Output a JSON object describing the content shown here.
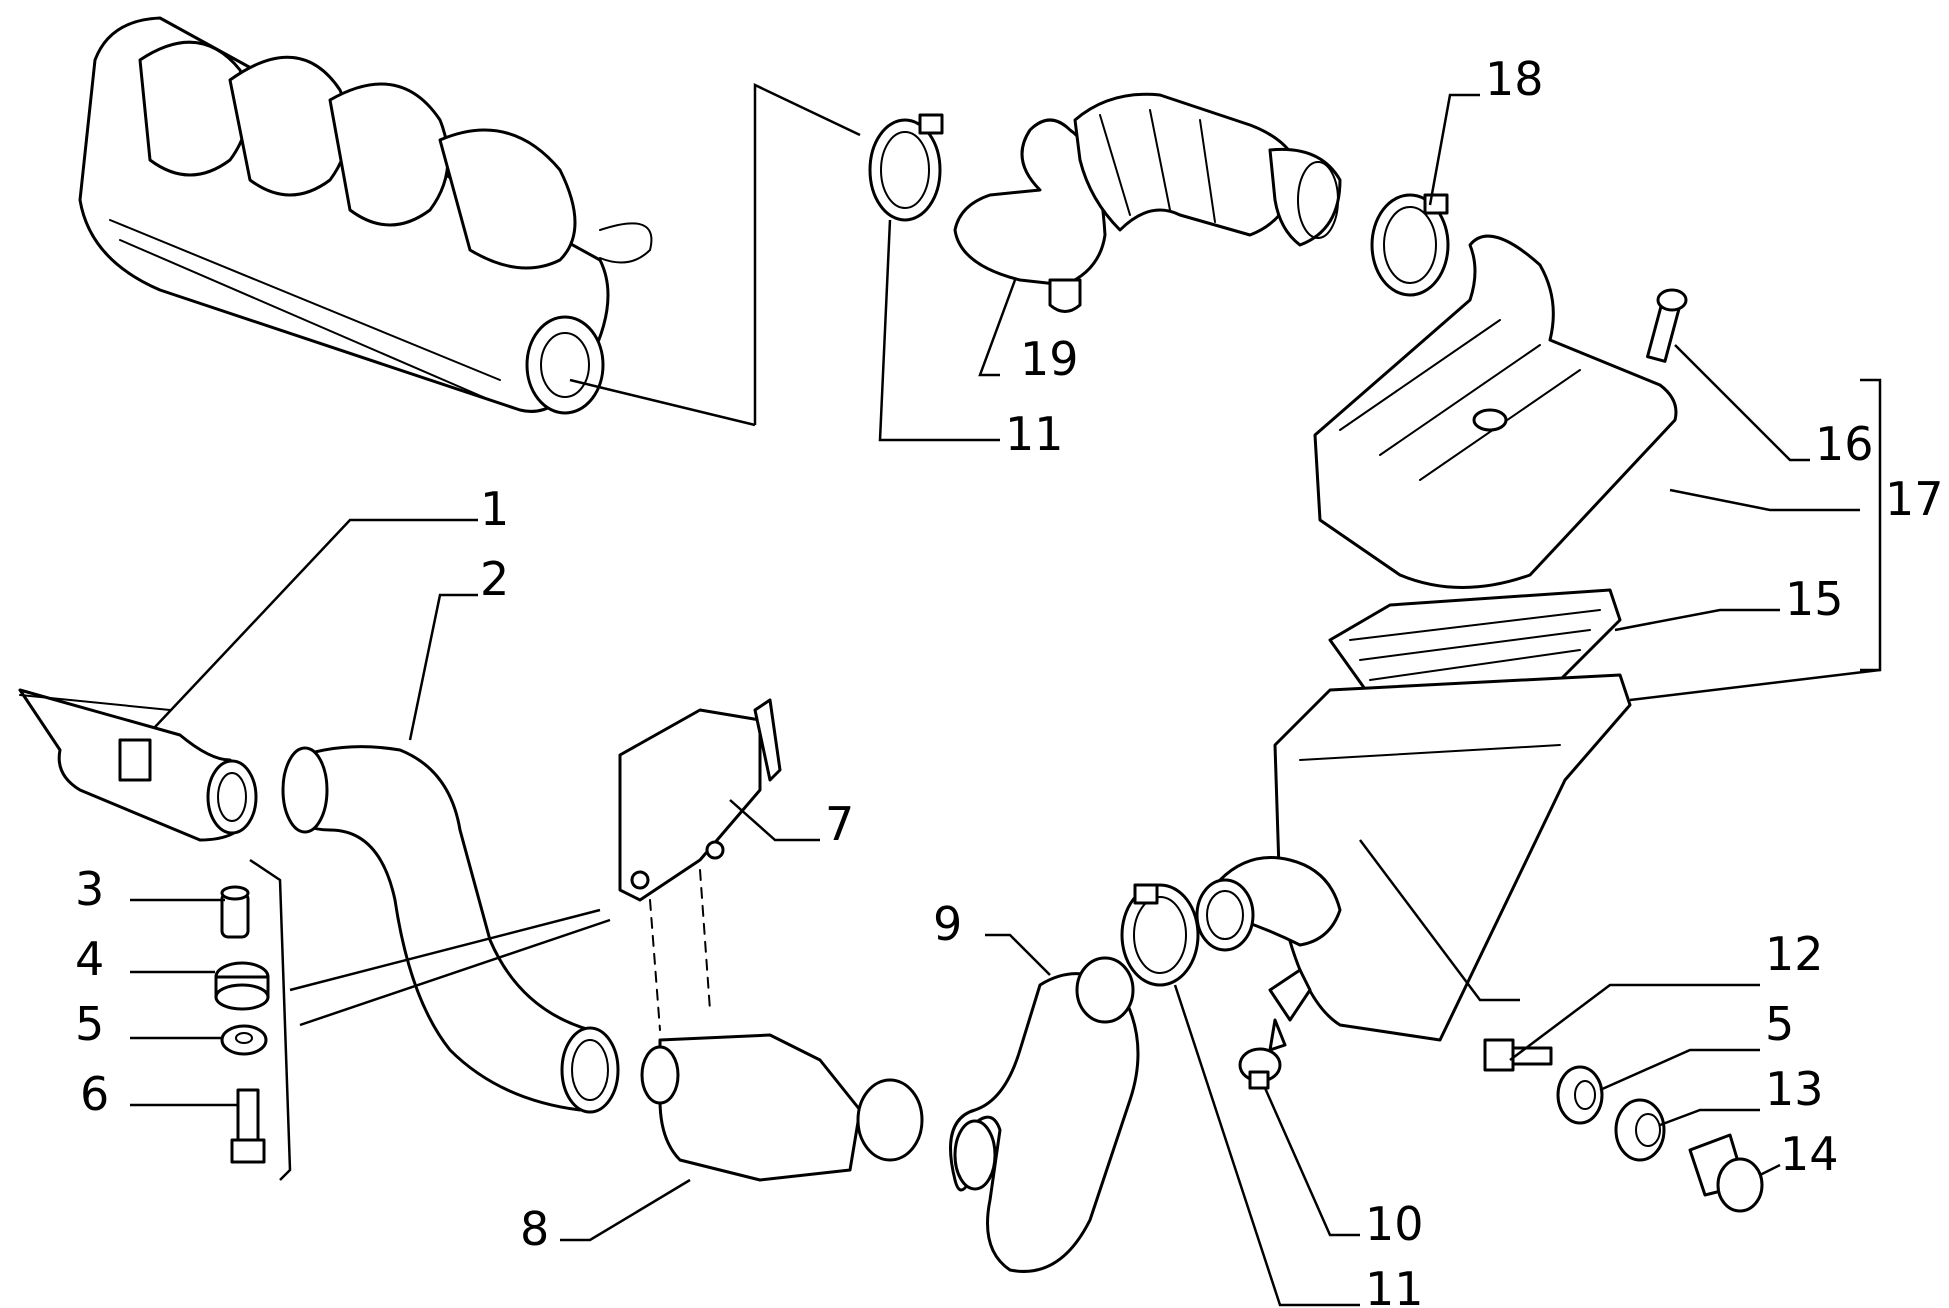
{
  "diagram": {
    "callouts": [
      {
        "id": "c1",
        "text": "1"
      },
      {
        "id": "c2",
        "text": "2"
      },
      {
        "id": "c3",
        "text": "3"
      },
      {
        "id": "c4",
        "text": "4"
      },
      {
        "id": "c5a",
        "text": "5"
      },
      {
        "id": "c6",
        "text": "6"
      },
      {
        "id": "c7",
        "text": "7"
      },
      {
        "id": "c8",
        "text": "8"
      },
      {
        "id": "c9",
        "text": "9"
      },
      {
        "id": "c10",
        "text": "10"
      },
      {
        "id": "c11a",
        "text": "11"
      },
      {
        "id": "c11b",
        "text": "11"
      },
      {
        "id": "c12",
        "text": "12"
      },
      {
        "id": "c5b",
        "text": "5"
      },
      {
        "id": "c13",
        "text": "13"
      },
      {
        "id": "c14",
        "text": "14"
      },
      {
        "id": "c15",
        "text": "15"
      },
      {
        "id": "c16",
        "text": "16"
      },
      {
        "id": "c17",
        "text": "17"
      },
      {
        "id": "c18",
        "text": "18"
      },
      {
        "id": "c19",
        "text": "19"
      }
    ]
  }
}
